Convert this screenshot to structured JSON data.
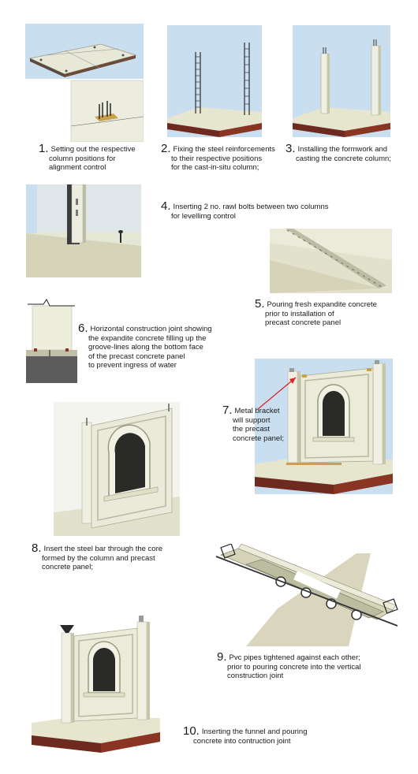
{
  "steps": [
    {
      "num": "1.",
      "lines": [
        "Setting out the respective",
        "column positions for",
        "alignment control"
      ]
    },
    {
      "num": "2.",
      "lines": [
        "Fixing the steel reinforcements",
        "to their respective positions",
        "for the cast-in-situ column;"
      ]
    },
    {
      "num": "3.",
      "lines": [
        "Installing the formwork and",
        "casting the concrete column;"
      ]
    },
    {
      "num": "4.",
      "lines": [
        "Inserting 2 no. rawl bolts between two columns",
        "for levellimg control"
      ]
    },
    {
      "num": "5.",
      "lines": [
        "Pouring fresh expandite concrete",
        "prior to installation of",
        "precast concrete panel"
      ]
    },
    {
      "num": "6.",
      "lines": [
        "Horizontal construction joint showing",
        "the expandite concrete filling up the",
        "groove-lines along the bottom face",
        "of the precast concrete panel",
        "to prevent ingress of water"
      ]
    },
    {
      "num": "7.",
      "lines": [
        "Metal bracket",
        "will support",
        "the precast",
        "concrete panel;"
      ]
    },
    {
      "num": "8.",
      "lines": [
        "Insert the steel bar through the core",
        "formed by the column and precast",
        "concrete panel;"
      ]
    },
    {
      "num": "9.",
      "lines": [
        "Pvc pipes tightened against each other;",
        "prior to pouring concrete into the vertical",
        "construction joint"
      ]
    },
    {
      "num": "10.",
      "lines": [
        "Inserting the funnel and pouring",
        "concrete into contruction joint"
      ]
    }
  ],
  "colors": {
    "sky": "#c9dff0",
    "concrete": "#e6e6cf",
    "shade": "#c6c6a8",
    "brick": "#7a2a1c",
    "steel": "#4a4a4a",
    "ground": "#d9d6bd",
    "arrow": "#d8262a"
  }
}
